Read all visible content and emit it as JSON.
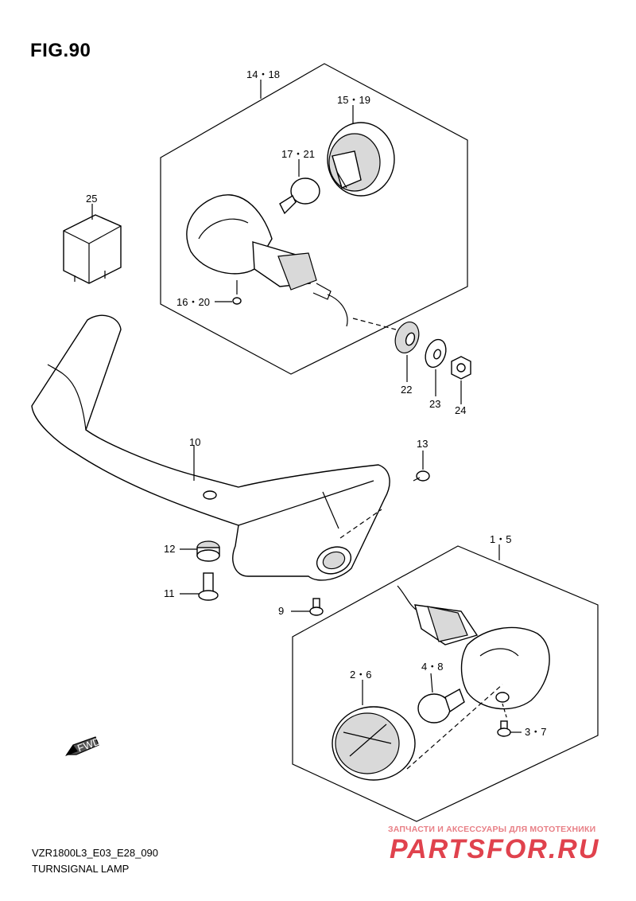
{
  "figure": {
    "title": "FIG.90",
    "code": "VZR1800L3_E03_E28_090",
    "name": "TURNSIGNAL LAMP"
  },
  "callouts": {
    "c14_18": "14・18",
    "c15_19": "15・19",
    "c17_21": "17・21",
    "c25": "25",
    "c16_20": "16・20",
    "c22": "22",
    "c23": "23",
    "c24": "24",
    "c10": "10",
    "c13": "13",
    "c12": "12",
    "c11": "11",
    "c1_5": "1・5",
    "c9": "9",
    "c4_8": "4・8",
    "c2_6": "2・6",
    "c3_7": "3・7"
  },
  "fwd": {
    "label": "FWD"
  },
  "watermark": {
    "top": "ЗАПЧАСТИ И АКСЕССУАРЫ ДЛЯ МОТОТЕХНИКИ",
    "main": "PARTSFOR.RU"
  }
}
